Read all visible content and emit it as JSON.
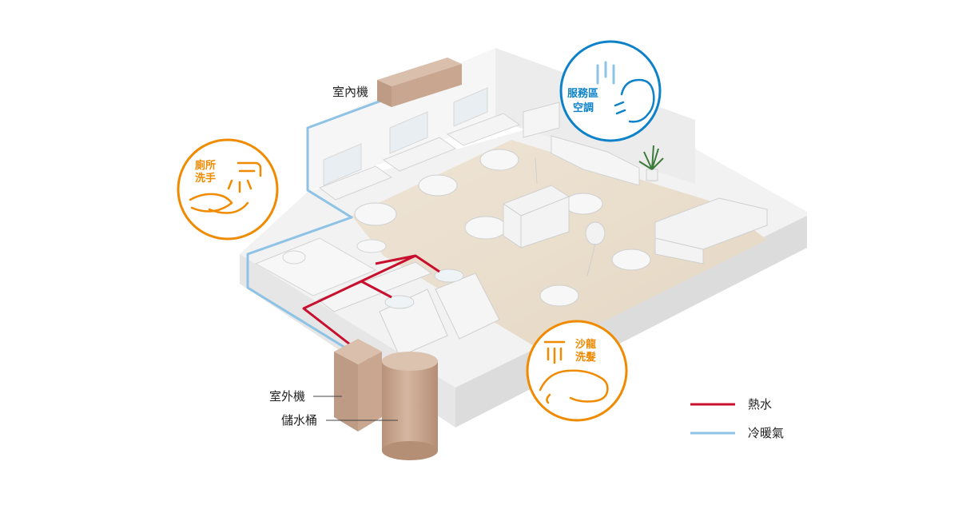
{
  "labels": {
    "indoor_unit": "室內機",
    "outdoor_unit": "室外機",
    "water_tank": "儲水桶"
  },
  "badges": {
    "toilet": {
      "line1": "廁所",
      "line2": "洗手"
    },
    "service": {
      "line1": "服務區",
      "line2": "空調"
    },
    "salon": {
      "line1": "沙龍",
      "line2": "洗髮"
    }
  },
  "legend": {
    "hot_water": "熱水",
    "air_conditioning": "冷暖氣"
  },
  "colors": {
    "hot_water": "#c8102e",
    "air_conditioning": "#8ec3e6",
    "badge_orange": "#f08a00",
    "badge_blue": "#0d82c8",
    "unit_tan": "#c9a68f"
  }
}
